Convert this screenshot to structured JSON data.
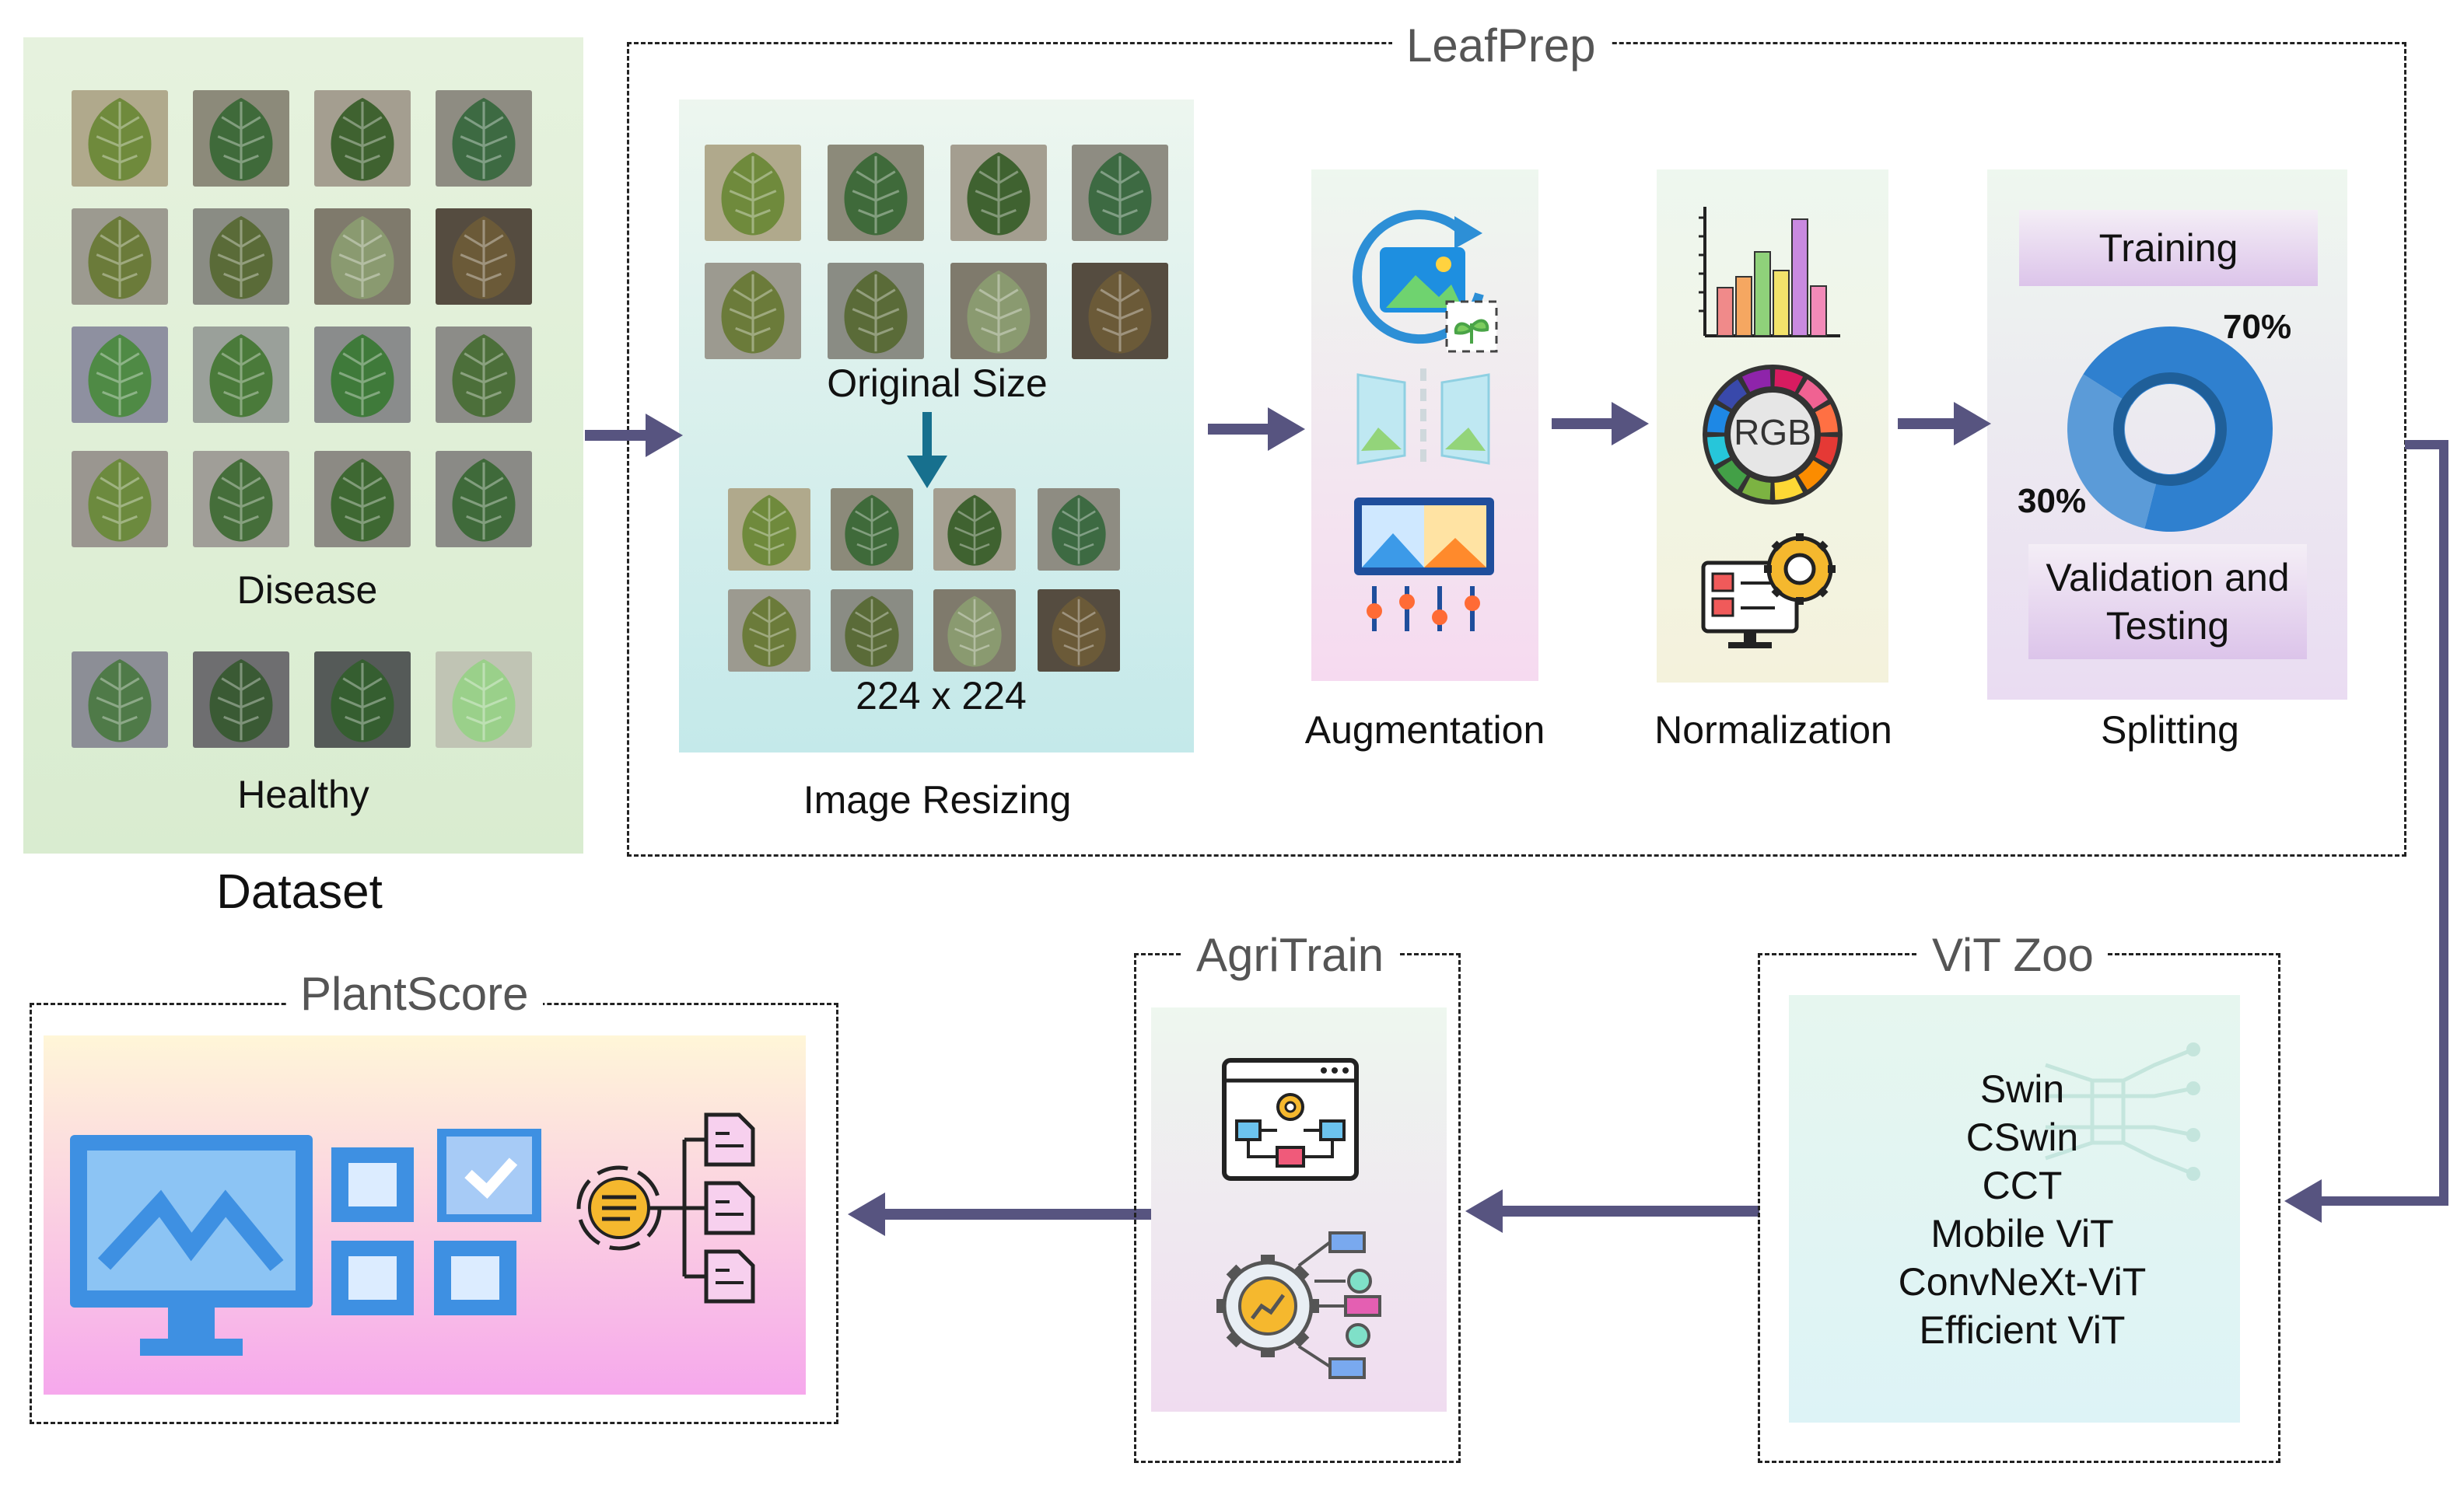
{
  "dataset": {
    "title": "Dataset",
    "disease_label": "Disease",
    "healthy_label": "Healthy"
  },
  "leafprep": {
    "title": "LeafPrep",
    "resizing": {
      "original_label": "Original Size",
      "resized_label": "224 x 224",
      "caption": "Image Resizing"
    },
    "augmentation_caption": "Augmentation",
    "normalization": {
      "caption": "Normalization",
      "rgb_label": "RGB"
    },
    "splitting": {
      "caption": "Splitting",
      "training_label": "Training",
      "validation_label": "Validation and Testing",
      "train_pct_label": "70%",
      "test_pct_label": "30%",
      "train_fraction": 0.7,
      "test_fraction": 0.3
    }
  },
  "vit_zoo": {
    "title": "ViT Zoo",
    "models": [
      "Swin",
      "CSwin",
      "CCT",
      "Mobile ViT",
      "ConvNeXt-ViT",
      "Efficient ViT"
    ]
  },
  "agritrain": {
    "title": "AgriTrain"
  },
  "plantscore": {
    "title": "PlantScore"
  },
  "colors": {
    "arrow": "#575480",
    "dataset_bg": "#e3f1dc",
    "resize_bg": "#c4e9ea",
    "donut_main": "#2f80cf",
    "donut_minor": "#5b9bd8",
    "label_box": "#e2cdec"
  },
  "icons": [
    "image-rotate-icon",
    "mirror-flip-icon",
    "image-adjust-icon",
    "bar-chart-icon",
    "rgb-wheel-icon",
    "settings-monitor-icon",
    "workflow-window-icon",
    "analytics-gear-icon",
    "monitor-icon",
    "grid-check-icon",
    "report-tree-icon",
    "neural-network-icon",
    "down-arrow-icon"
  ]
}
